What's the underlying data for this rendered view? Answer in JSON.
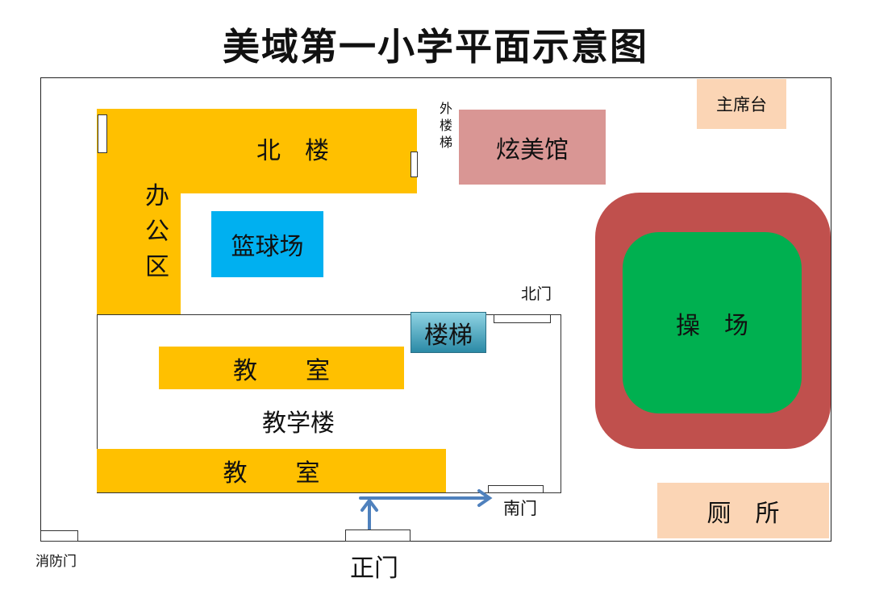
{
  "title": "美域第一小学平面示意图",
  "areas": {
    "north_building": "北　楼",
    "office": "办公区",
    "outer_stairs": "外楼梯",
    "xuanmei_hall": "炫美馆",
    "podium": "主席台",
    "basketball_court": "篮球场",
    "north_gate": "北门",
    "stairs": "楼梯",
    "classroom_upper": "教　　室",
    "teaching_building": "教学楼",
    "classroom_lower": "教　　室",
    "south_gate": "南门",
    "playground": "操　场",
    "toilet": "厕　所",
    "main_gate": "正门",
    "fire_gate": "消防门"
  },
  "colors": {
    "building": "#ffc000",
    "hall": "#d99694",
    "podium": "#fbd5b5",
    "court": "#00b0f0",
    "track": "#c0504d",
    "field": "#00b050",
    "arrow": "#4f81bd"
  }
}
